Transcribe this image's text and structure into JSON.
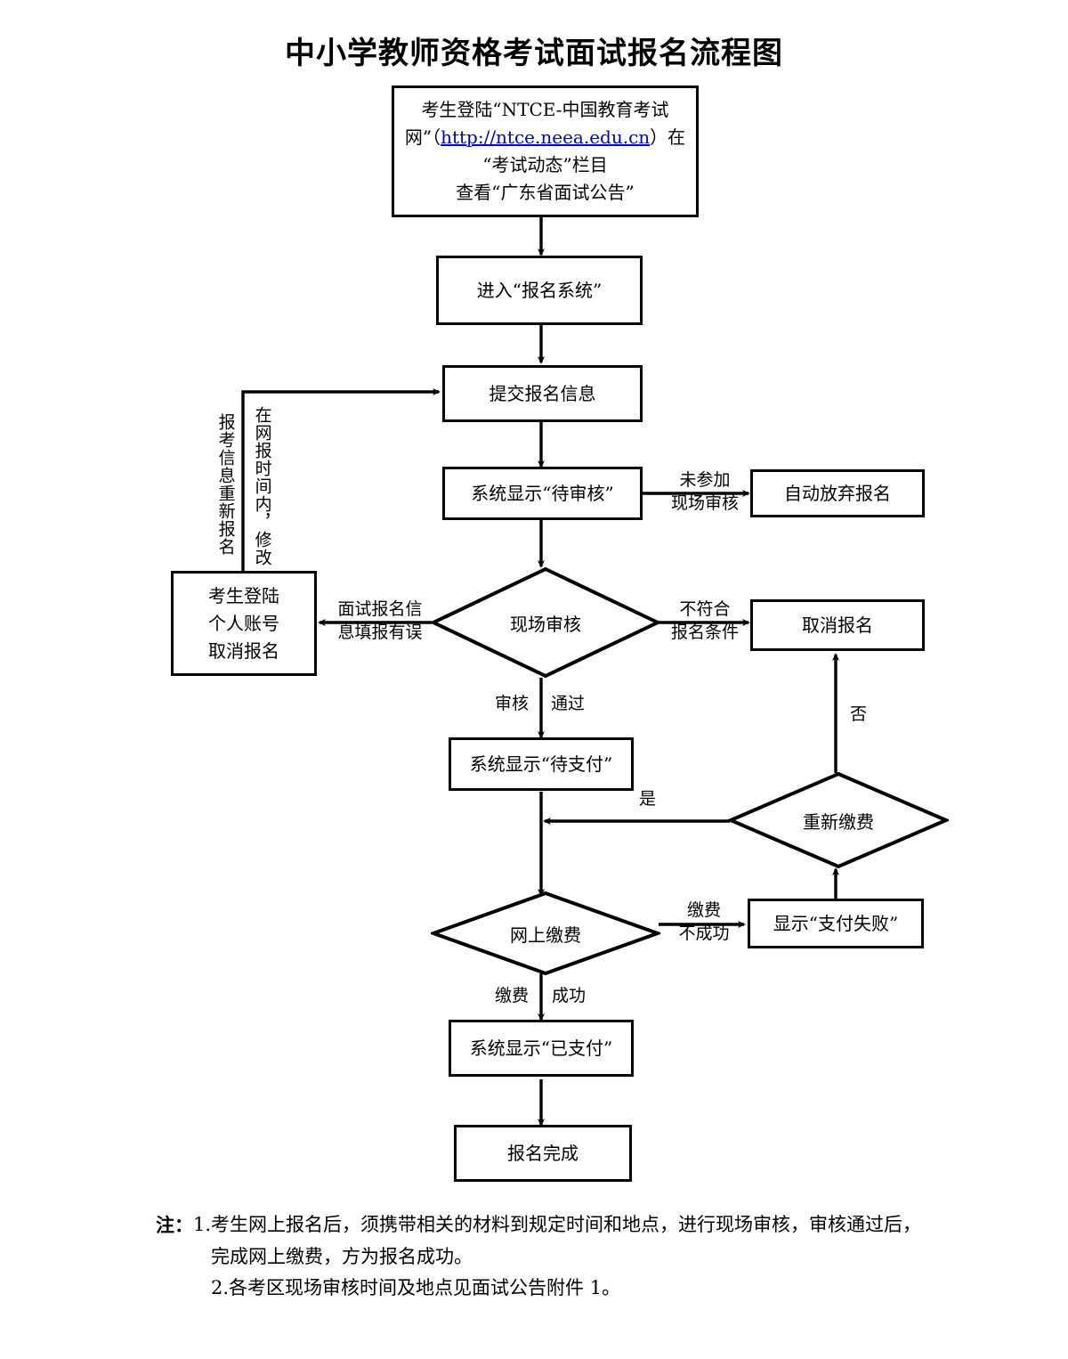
{
  "title": "中小学教师资格考试面试报名流程图",
  "nodes": {
    "start": {
      "line1": "考生登陆“NTCE-中国教育考试",
      "line2_pre": "网”（",
      "line2_link": "http://ntce.neea.edu.cn",
      "line2_post": "）在",
      "line3": "“考试动态”栏目",
      "line4": "查看“广东省面试公告”"
    },
    "enter_system": "进入“报名系统”",
    "submit_info": "提交报名信息",
    "pending_review": "系统显示“待审核”",
    "auto_abandon": "自动放弃报名",
    "onsite_review": "现场审核",
    "candidate_cancel": {
      "l1": "考生登陆",
      "l2": "个人账号",
      "l3": "取消报名"
    },
    "cancel_registration": "取消报名",
    "pending_payment": "系统显示“待支付”",
    "repay": "重新缴费",
    "online_payment": "网上缴费",
    "payment_failed": "显示“支付失败”",
    "paid": "系统显示“已支付”",
    "done": "报名完成"
  },
  "edge_labels": {
    "not_attend_onsite": {
      "l1": "未参加",
      "l2": "现场审核"
    },
    "info_error": {
      "l1": "面试报名信",
      "l2": "息填报有误"
    },
    "not_qualified": {
      "l1": "不符合",
      "l2": "报名条件"
    },
    "review_passed_1": "审核",
    "review_passed_2": "通过",
    "reapply_vertical": "报考信息重新报名",
    "modify_vertical": "在网报时间内，修改",
    "no": "否",
    "yes": "是",
    "pay_failed_1": "缴费",
    "pay_failed_2": "不成功",
    "pay_ok_1": "缴费",
    "pay_ok_2": "成功"
  },
  "notes": {
    "label": "注：",
    "item1_num": "1.",
    "item1_line1": "考生网上报名后，须携带相关的材料到规定时间和地点，进行现场审核，审核通过后，",
    "item1_line2": "完成网上缴费，方为报名成功。",
    "item2_num": "2.",
    "item2_line1": "各考区现场审核时间及地点见面试公告附件 1。"
  },
  "colors": {
    "stroke": "#000000",
    "background": "#ffffff",
    "link": "#0000cc"
  }
}
